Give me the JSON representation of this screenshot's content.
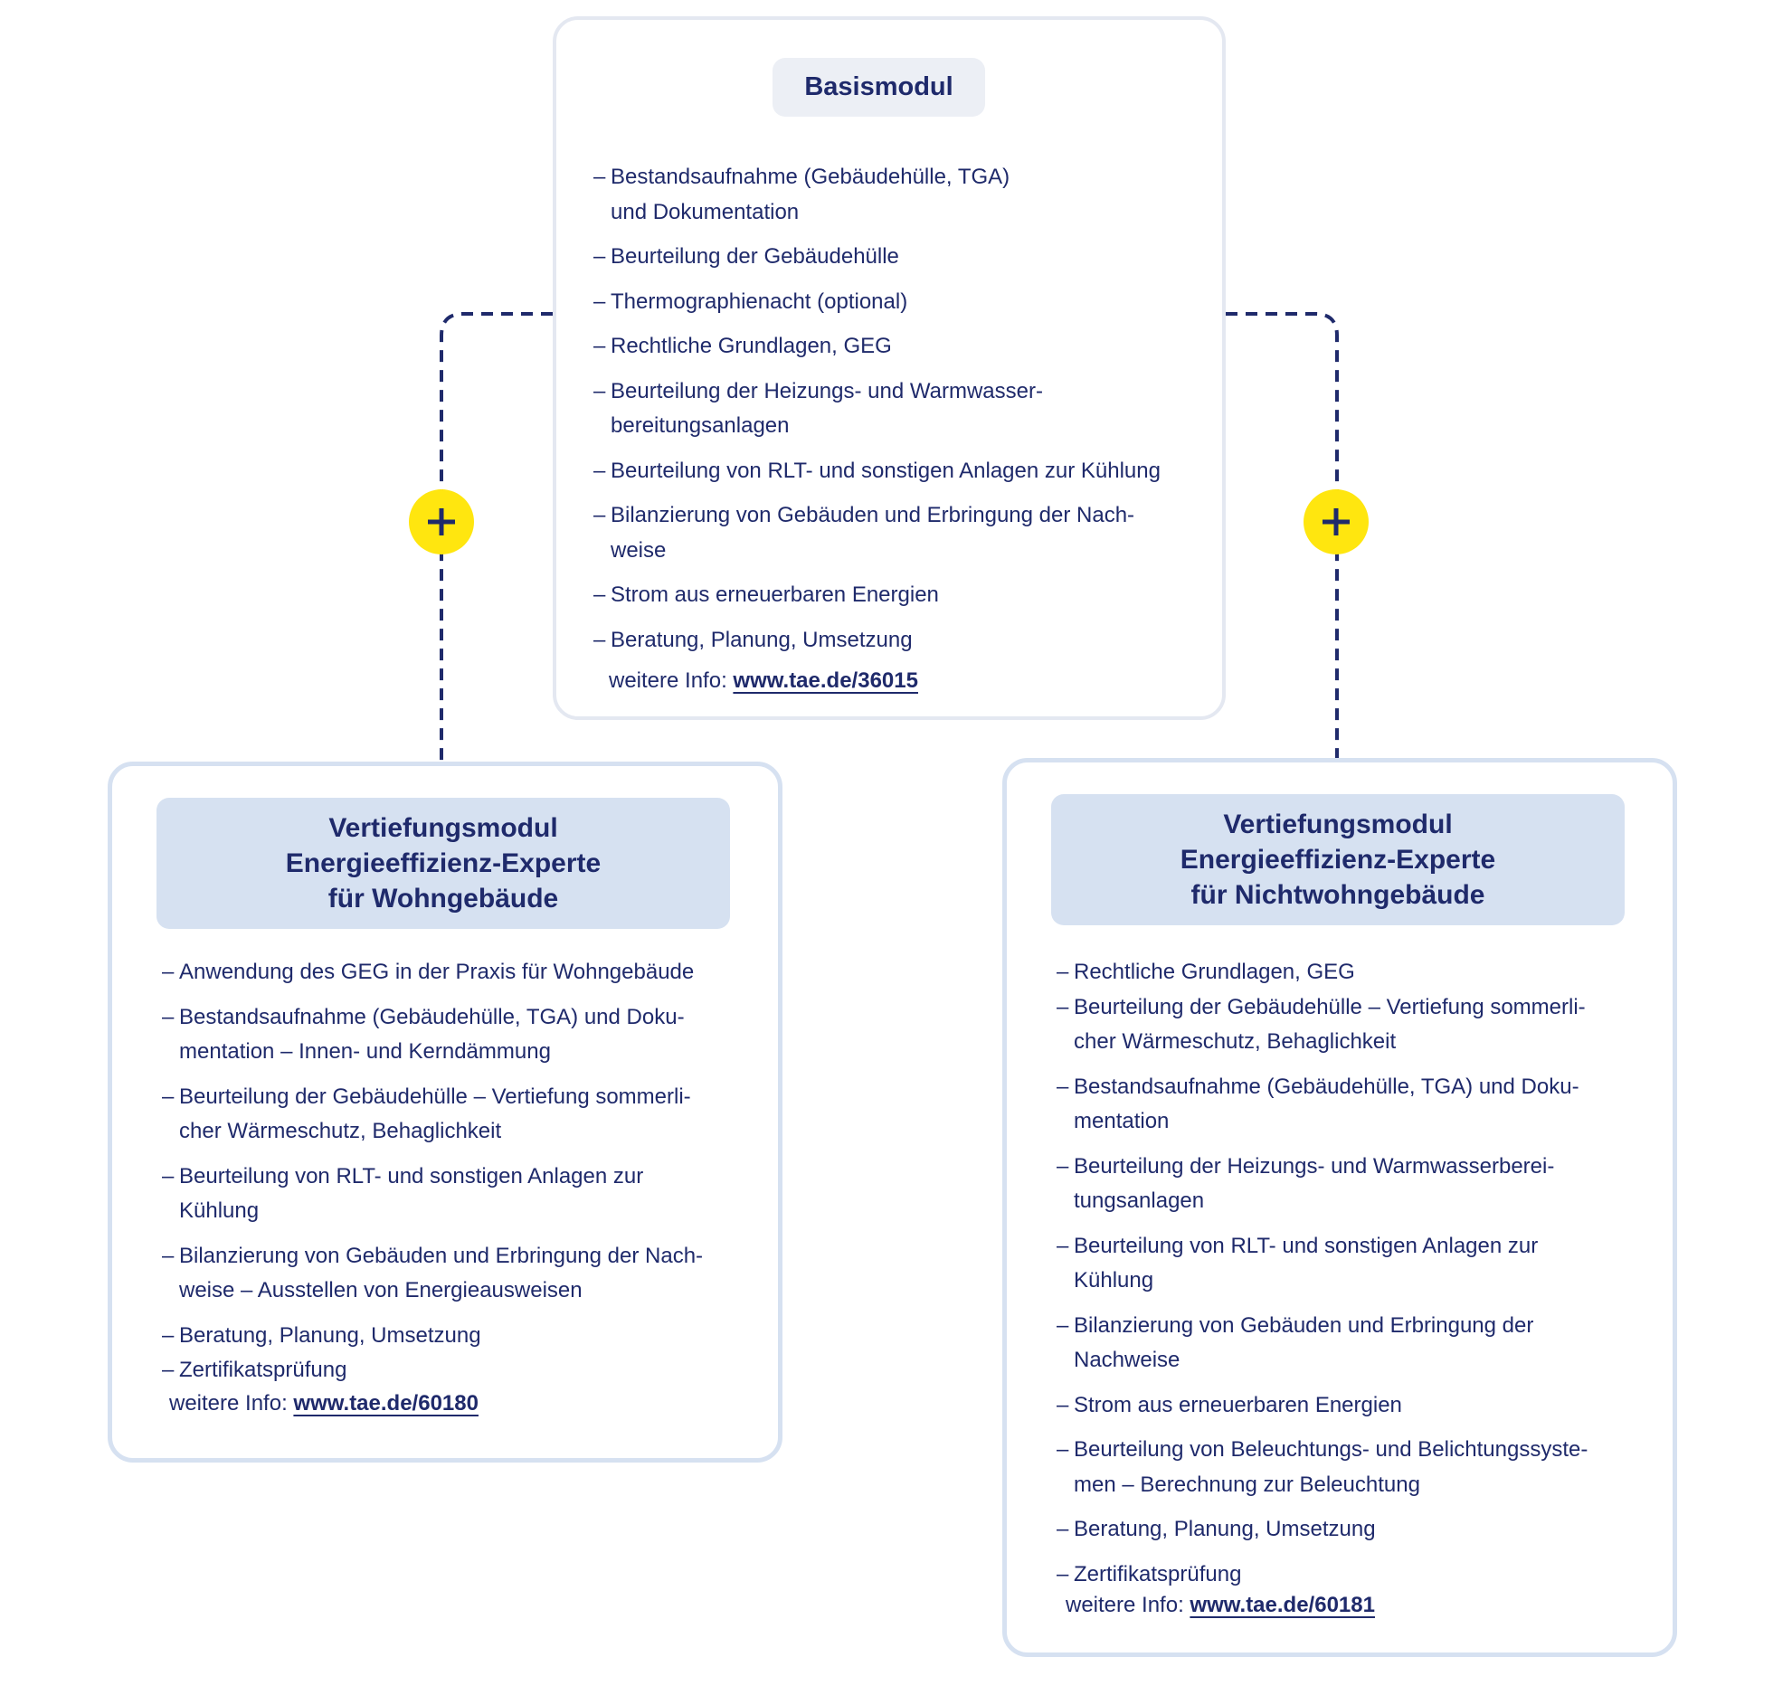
{
  "colors": {
    "navy": "#1f2a6b",
    "accent_yellow": "#ffe60f",
    "header_blue": "#d6e1f1",
    "chip_gray": "#eceff5"
  },
  "icons": {
    "connector_plus_left": "plus-icon",
    "connector_plus_right": "plus-icon"
  },
  "basismodul": {
    "title": "Basismodul",
    "items": [
      "Bestandsaufnahme (Gebäudehülle, TGA)\nund Dokumentation",
      "Beurteilung der Gebäudehülle",
      "Thermographienacht (optional)",
      "Rechtliche Grundlagen, GEG",
      "Beurteilung der Heizungs- und Warmwasser-\nbereitungsanlagen",
      "Beurteilung von RLT- und sonstigen Anlagen zur Kühlung",
      "Bilanzierung von Gebäuden und Erbringung der Nach-\nweise",
      "Strom aus erneuerbaren Energien",
      "Beratung, Planung, Umsetzung"
    ],
    "info_label": "weitere Info:",
    "info_link": "www.tae.de/36015"
  },
  "wohngebaeude": {
    "title_lines": [
      "Vertiefungsmodul",
      "Energieeffizienz-Experte",
      "für Wohngebäude"
    ],
    "items": [
      "Anwendung des GEG in der Praxis für Wohngebäude",
      "Bestandsaufnahme (Gebäudehülle, TGA) und Doku-\nmentation – Innen- und Kerndämmung",
      "Beurteilung der Gebäudehülle – Vertiefung sommerli-\ncher Wärmeschutz, Behaglichkeit",
      "Beurteilung von RLT- und sonstigen Anlagen zur\nKühlung",
      "Bilanzierung von Gebäuden und Erbringung der Nach-\nweise – Ausstellen von Energieausweisen",
      "Beratung, Planung, Umsetzung",
      "Zertifikatsprüfung"
    ],
    "info_label": "weitere Info:",
    "info_link": "www.tae.de/60180"
  },
  "nichtwohngebaeude": {
    "title_lines": [
      "Vertiefungsmodul",
      "Energieeffizienz-Experte",
      "für Nichtwohngebäude"
    ],
    "items": [
      "Rechtliche Grundlagen, GEG",
      "Beurteilung der Gebäudehülle – Vertiefung sommerli-\ncher Wärmeschutz, Behaglichkeit",
      "Bestandsaufnahme (Gebäudehülle, TGA) und Doku-\nmentation",
      "Beurteilung der Heizungs- und Warmwasserberei-\ntungsanlagen",
      "Beurteilung von RLT- und sonstigen Anlagen zur\nKühlung",
      "Bilanzierung von Gebäuden und Erbringung der\nNachweise",
      "Strom aus erneuerbaren Energien",
      "Beurteilung von Beleuchtungs- und Belichtungssyste-\nmen – Berechnung zur Beleuchtung",
      "Beratung, Planung, Umsetzung",
      "Zertifikatsprüfung"
    ],
    "info_label": "weitere Info:",
    "info_link": "www.tae.de/60181"
  }
}
